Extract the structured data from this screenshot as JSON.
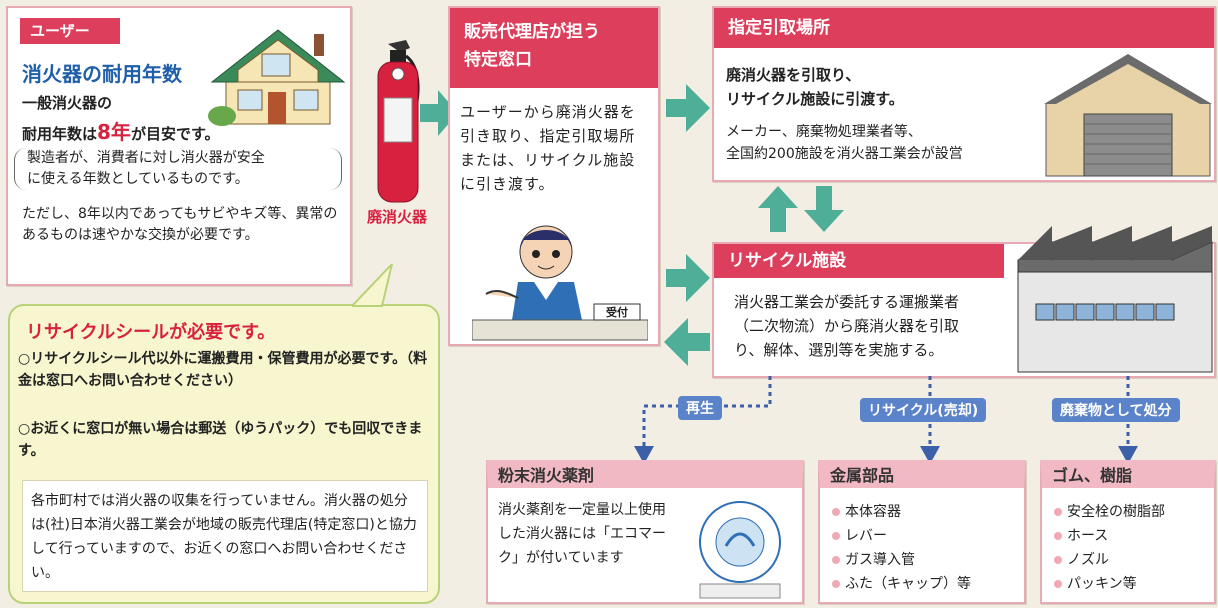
{
  "user": {
    "label": "ユーザー",
    "title": "消火器の耐用年数",
    "line1": "一般消火器の",
    "line2_a": "耐用年数は",
    "line2_b": "8年",
    "line2_c": "が目安です。",
    "paren1": "製造者が、消費者に対し消火器が安全",
    "paren2": "に使える年数としているものです。",
    "note": "ただし、8年以内であってもサビやキズ等、異常のあるものは速やかな交換が必要です。"
  },
  "extinguisher_label": "廃消火器",
  "dealer": {
    "title_l1": "販売代理店が担う",
    "title_l2": "特定窓口",
    "text": "ユーザーから廃消火器を引き取り、指定引取場所または、リサイクル施設に引き渡す。",
    "desk_sign": "受付"
  },
  "designated": {
    "title": "指定引取場所",
    "bold1": "廃消火器を引取り、",
    "bold2": "リサイクル施設に引渡す。",
    "text1": "メーカー、廃棄物処理業者等、",
    "text2": "全国約200施設を消火器工業会が設営"
  },
  "recycle": {
    "title": "リサイクル施設",
    "text1": "消火器工業会が委託する運搬業者",
    "text2": "（二次物流）から廃消火器を引取",
    "text3": "り、解体、選別等を実施する。"
  },
  "seal": {
    "title": "リサイクルシールが必要です。",
    "item1": "○リサイクルシール代以外に運搬費用・保管費用が必要です。（料金は窓口へお問い合わせください）",
    "item2": "○お近くに窓口が無い場合は郵送（ゆうパック）でも回収できます。",
    "box": "各市町村では消火器の収集を行っていません。消火器の処分は(社)日本消火器工業会が地域の販売代理店(特定窓口)と協力して行っていますので、お近くの窓口へお問い合わせください。"
  },
  "flow_labels": {
    "reuse": "再生",
    "recycle_sale": "リサイクル(売却)",
    "waste": "廃棄物として処分"
  },
  "powder": {
    "title": "粉末消火薬剤",
    "text": "消火薬剤を一定量以上使用した消火器には「エコマーク」が付いています"
  },
  "metal": {
    "title": "金属部品",
    "items": [
      "本体容器",
      "レバー",
      "ガス導入管",
      "ふた（キャップ）等"
    ]
  },
  "rubber": {
    "title": "ゴム、樹脂",
    "items": [
      "安全栓の樹脂部",
      "ホース",
      "ノズル",
      "パッキン等"
    ]
  },
  "colors": {
    "accent_red": "#dc3e5b",
    "arrow_green": "#4fae97",
    "flow_blue": "#3b5fa8",
    "note_yellow": "#f7f6cf"
  }
}
